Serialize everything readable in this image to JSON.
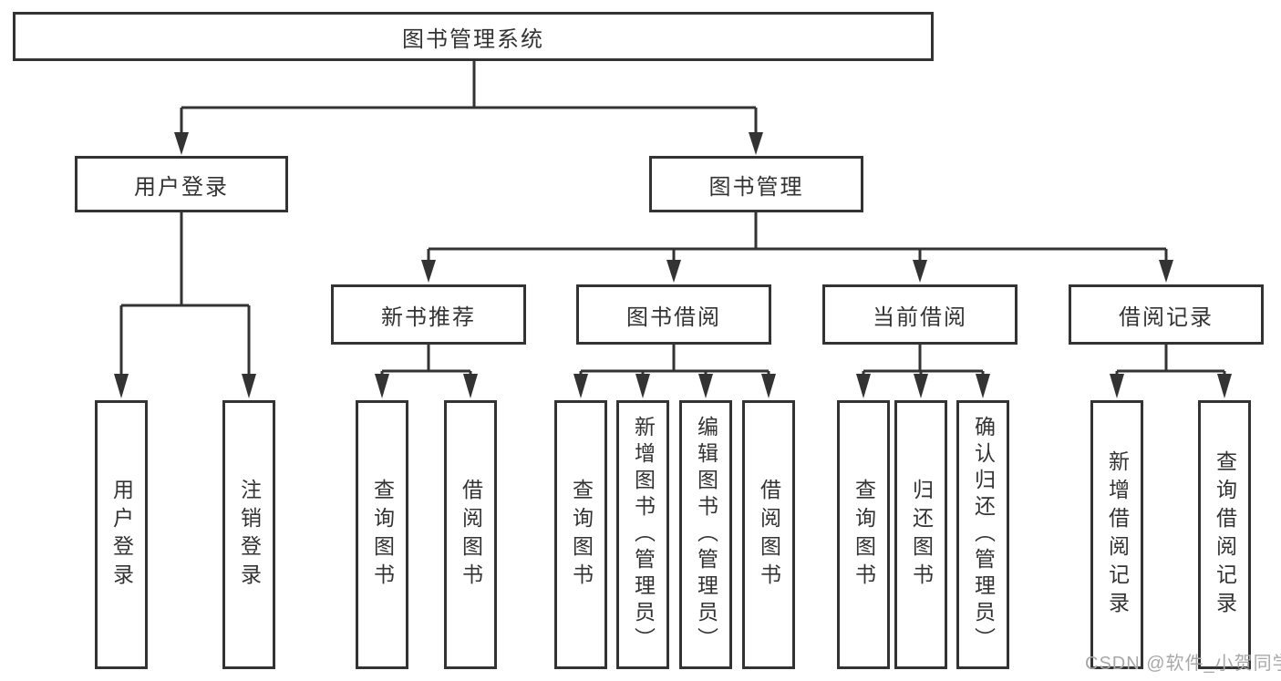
{
  "diagram": {
    "tree": {
      "root": {
        "label": "图书管理系统"
      },
      "branches": [
        {
          "label": "用户登录",
          "children": [
            {
              "label": "用户登录"
            },
            {
              "label": "注销登录"
            }
          ]
        },
        {
          "label": "图书管理",
          "children": [
            {
              "label": "新书推荐",
              "children": [
                {
                  "label": "查询图书"
                },
                {
                  "label": "借阅图书"
                }
              ]
            },
            {
              "label": "图书借阅",
              "children": [
                {
                  "label": "查询图书"
                },
                {
                  "label": "新增图书（管理员）"
                },
                {
                  "label": "编辑图书（管理员）"
                },
                {
                  "label": "借阅图书"
                }
              ]
            },
            {
              "label": "当前借阅",
              "children": [
                {
                  "label": "查询图书"
                },
                {
                  "label": "归还图书"
                },
                {
                  "label": "确认归还（管理员）"
                }
              ]
            },
            {
              "label": "借阅记录",
              "children": [
                {
                  "label": "新增借阅记录"
                },
                {
                  "label": "查询借阅记录"
                }
              ]
            }
          ]
        }
      ]
    },
    "colors": {
      "line": "#333333",
      "text": "#333333",
      "watermark": "#a8a8a8",
      "background": "#ffffff"
    },
    "watermark": "CSDN @软件_小贺同学"
  }
}
